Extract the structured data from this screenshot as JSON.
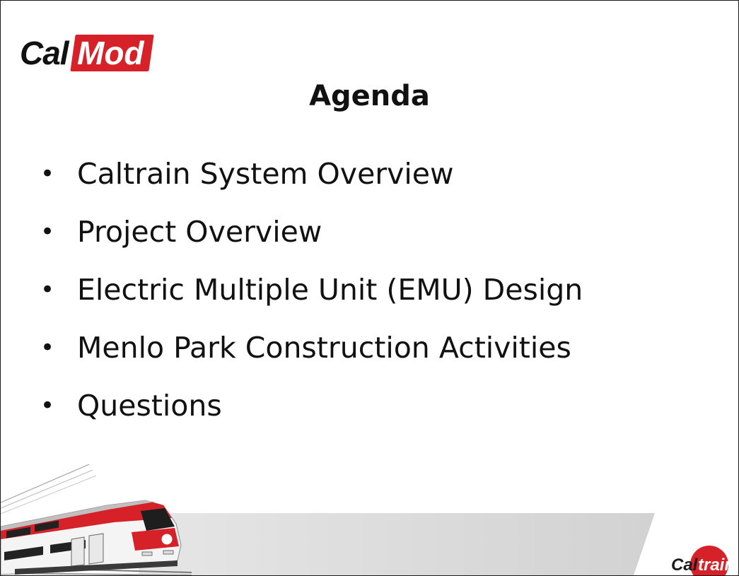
{
  "logo": {
    "cal": "Cal",
    "mod": "Mod"
  },
  "slide": {
    "title": "Agenda",
    "items": [
      "Caltrain System Overview",
      "Project Overview",
      "Electric Multiple Unit (EMU) Design",
      "Menlo Park Construction Activities",
      "Questions"
    ]
  },
  "footer": {
    "brand_cal": "Cal",
    "brand_train": "train"
  },
  "colors": {
    "brand_red": "#d62128",
    "band_gray": "#d9d9d9"
  }
}
